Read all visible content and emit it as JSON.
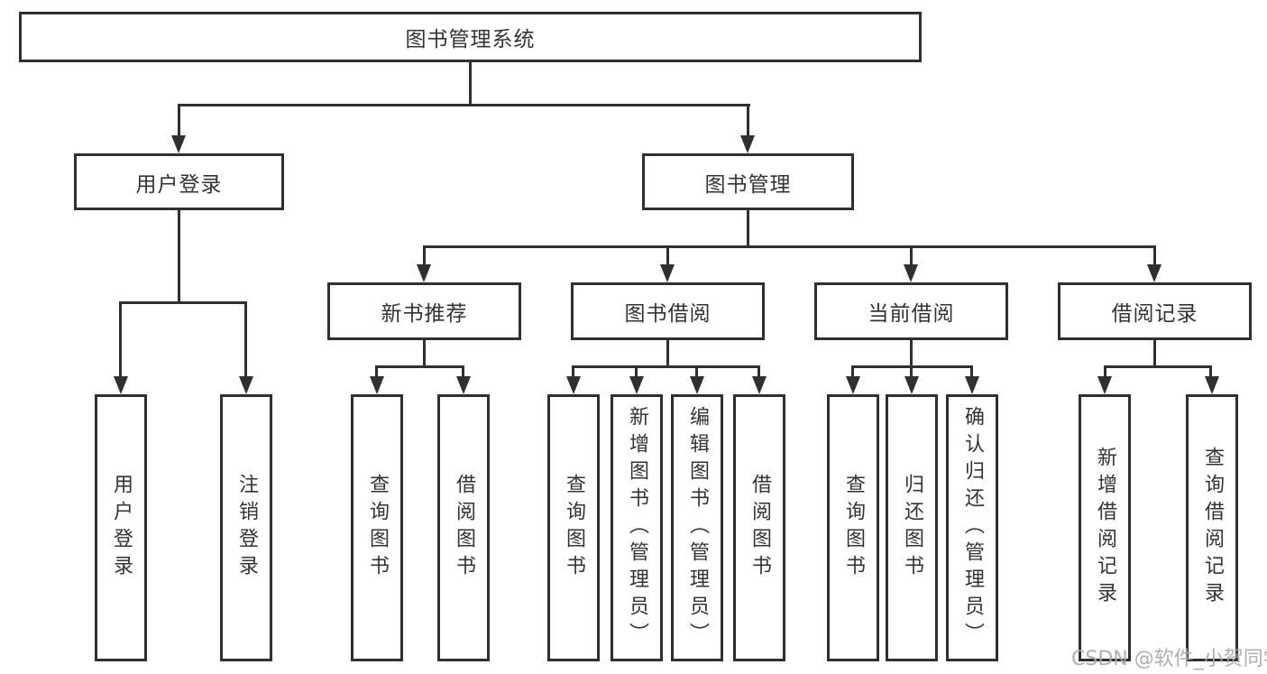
{
  "tree": {
    "root": {
      "label": "图书管理系统"
    },
    "branches": [
      {
        "label": "用户登录",
        "children": [
          {
            "label": "用户登录"
          },
          {
            "label": "注销登录"
          }
        ]
      },
      {
        "label": "图书管理",
        "children": [
          {
            "label": "新书推荐",
            "children": [
              {
                "label": "查询图书"
              },
              {
                "label": "借阅图书"
              }
            ]
          },
          {
            "label": "图书借阅",
            "children": [
              {
                "label": "查询图书"
              },
              {
                "label": "新增图书（管理员）"
              },
              {
                "label": "编辑图书（管理员）"
              },
              {
                "label": "借阅图书"
              }
            ]
          },
          {
            "label": "当前借阅",
            "children": [
              {
                "label": "查询图书"
              },
              {
                "label": "归还图书"
              },
              {
                "label": "确认归还（管理员）"
              }
            ]
          },
          {
            "label": "借阅记录",
            "children": [
              {
                "label": "新增借阅记录"
              },
              {
                "label": "查询借阅记录"
              }
            ]
          }
        ]
      }
    ]
  },
  "watermark": {
    "text": "CSDN @软件_小贺同学"
  },
  "colors": {
    "line": "#303030",
    "text": "#333333",
    "background": "#ffffff",
    "watermark": "#a8a8a8"
  }
}
